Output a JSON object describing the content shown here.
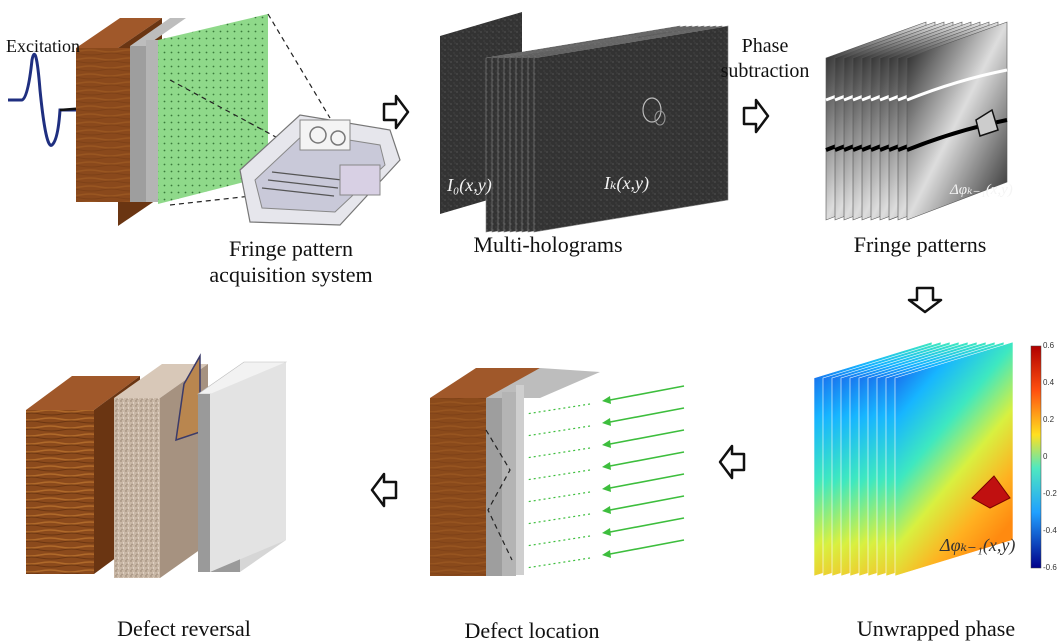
{
  "labels": {
    "excitation": "Excitation",
    "acquisition_line1": "Fringe pattern",
    "acquisition_line2": "acquisition system",
    "multi_holograms": "Multi-holograms",
    "phase_line1": "Phase",
    "phase_line2": "subtraction",
    "fringe_patterns": "Fringe patterns",
    "unwrapped_phase": "Unwrapped phase",
    "defect_location": "Defect location",
    "defect_reversal": "Defect reversal"
  },
  "math": {
    "hologram_first": "I₀(x,y)",
    "hologram_last": "Iₖ(x,y)",
    "fringe_phase": "Δφₖ₋₁(x,y)",
    "unwrapped_phase": "Δφₖ₋₁(x,y)"
  },
  "colorbar_ticks": [
    "0.6",
    "0.4",
    "0.2",
    "0",
    "-0.2",
    "-0.4",
    "-0.6"
  ],
  "colors": {
    "wood": "#8B4A1C",
    "wood_dark": "#5A2E10",
    "plaster": "#9E9E9E",
    "green_face": "#8FD98A",
    "arrow_green": "#3DBE3D",
    "hologram": "#2E2E2E",
    "defect": "#C01010"
  },
  "icons": [
    "right-arrow-icon",
    "down-arrow-icon",
    "left-arrow-icon",
    "excitation-pulse-icon",
    "camera-device-icon"
  ]
}
